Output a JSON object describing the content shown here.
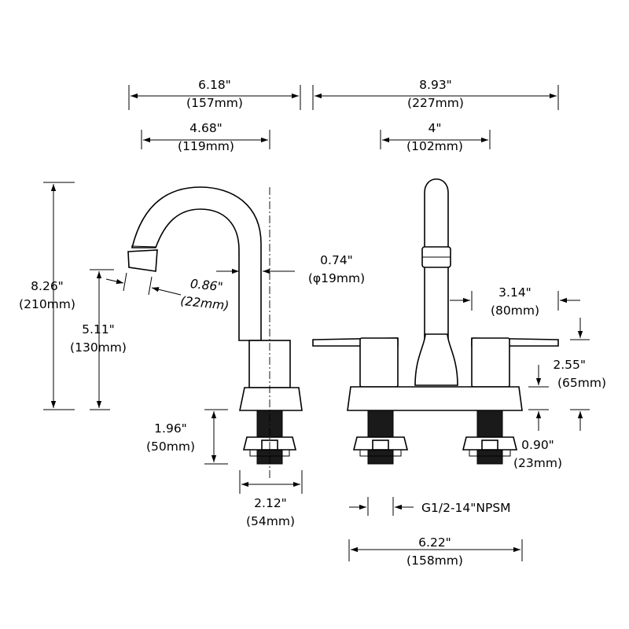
{
  "dimensions": {
    "side_width": {
      "inch": "6.18\"",
      "mm": "(157mm)"
    },
    "reach": {
      "inch": "4.68\"",
      "mm": "(119mm)"
    },
    "total_height": {
      "inch": "8.26\"",
      "mm": "(210mm)"
    },
    "spout_height": {
      "inch": "5.11\"",
      "mm": "(130mm)"
    },
    "aerator": {
      "inch": "0.86\"",
      "mm": "(22mm)"
    },
    "spout_diameter": {
      "inch": "0.74\"",
      "mm": "(φ19mm)"
    },
    "shank_length": {
      "inch": "1.96\"",
      "mm": "(50mm)"
    },
    "base_depth": {
      "inch": "2.12\"",
      "mm": "(54mm)"
    },
    "front_width": {
      "inch": "8.93\"",
      "mm": "(227mm)"
    },
    "centers": {
      "inch": "4\"",
      "mm": "(102mm)"
    },
    "handle_height": {
      "inch": "3.14\"",
      "mm": "(80mm)"
    },
    "deck_height": {
      "inch": "2.55\"",
      "mm": "(65mm)"
    },
    "nut_height": {
      "inch": "0.90\"",
      "mm": "(23mm)"
    },
    "base_width": {
      "inch": "6.22\"",
      "mm": "(158mm)"
    },
    "thread": {
      "label": "G1/2-14\"NPSM"
    }
  }
}
